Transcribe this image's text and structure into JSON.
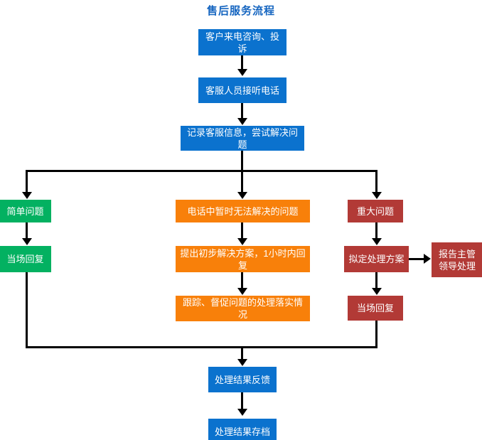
{
  "diagram": {
    "title": "售后服务流程",
    "title_color": "#1565c0",
    "colors": {
      "blue": "#0b72ce",
      "green": "#03b161",
      "orange": "#f8800a",
      "red": "#b23a36",
      "connector": "#000000",
      "background": "#ffffff"
    },
    "nodes": {
      "customer_call": "客户来电咨询、投诉",
      "agent_answer": "客服人员接听电话",
      "record_info": "记录客服信息，尝试解决问题",
      "simple_issue": "简单问题",
      "simple_reply": "当场回复",
      "unresolved_issue": "电话中暂时无法解决的问题",
      "preliminary_plan": "提出初步解决方案，1小时内回复",
      "follow_up": "跟踪、督促问题的处理落实情况",
      "major_issue": "重大问题",
      "draft_plan": "拟定处理方案",
      "report_manager": "报告主管\n领导处理",
      "major_reply": "当场回复",
      "result_feedback": "处理结果反馈",
      "result_archive": "处理结果存档"
    }
  }
}
